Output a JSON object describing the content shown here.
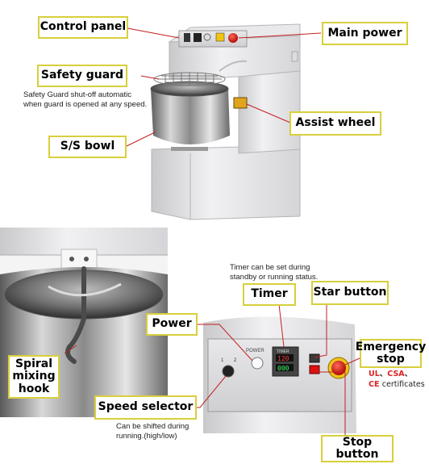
{
  "top": {
    "control_panel": "Control panel",
    "main_power": "Main power",
    "safety_guard": "Safety guard",
    "safety_note_line1": "Safety Guard shut-off automatic",
    "safety_note_line2": "when guard is opened at any speed.",
    "assist_wheel": "Assist wheel",
    "ss_bowl": "S/S bowl"
  },
  "bottom_left": {
    "spiral_line1": "Spiral",
    "spiral_line2": "mixing",
    "spiral_line3": "hook"
  },
  "bottom_right": {
    "timer_note_line1": "Timer can be set during",
    "timer_note_line2": "standby or running status.",
    "timer": "Timer",
    "star_button": "Star button",
    "power": "Power",
    "emergency_line1": "Emergency",
    "emergency_line2": "stop",
    "cert_ul": "UL",
    "cert_sep1": "、",
    "cert_csa": "CSA",
    "cert_sep2": "、",
    "cert_ce": "CE",
    "cert_tail": "certificates",
    "speed_selector": "Speed selector",
    "speed_note_line1": "Can be shifted during",
    "speed_note_line2": "running.(high/low)",
    "stop_line1": "Stop",
    "stop_line2": "button"
  },
  "panel_labels": {
    "power_label": "POWER",
    "timer_label": "TIMER",
    "timer_top_display": "120",
    "timer_bottom_display": "000",
    "speed_one": "1",
    "speed_two": "2"
  },
  "colors": {
    "callout_border": "#d8cf3c",
    "leader_line": "#c42020",
    "cert_red": "#dd2222"
  }
}
